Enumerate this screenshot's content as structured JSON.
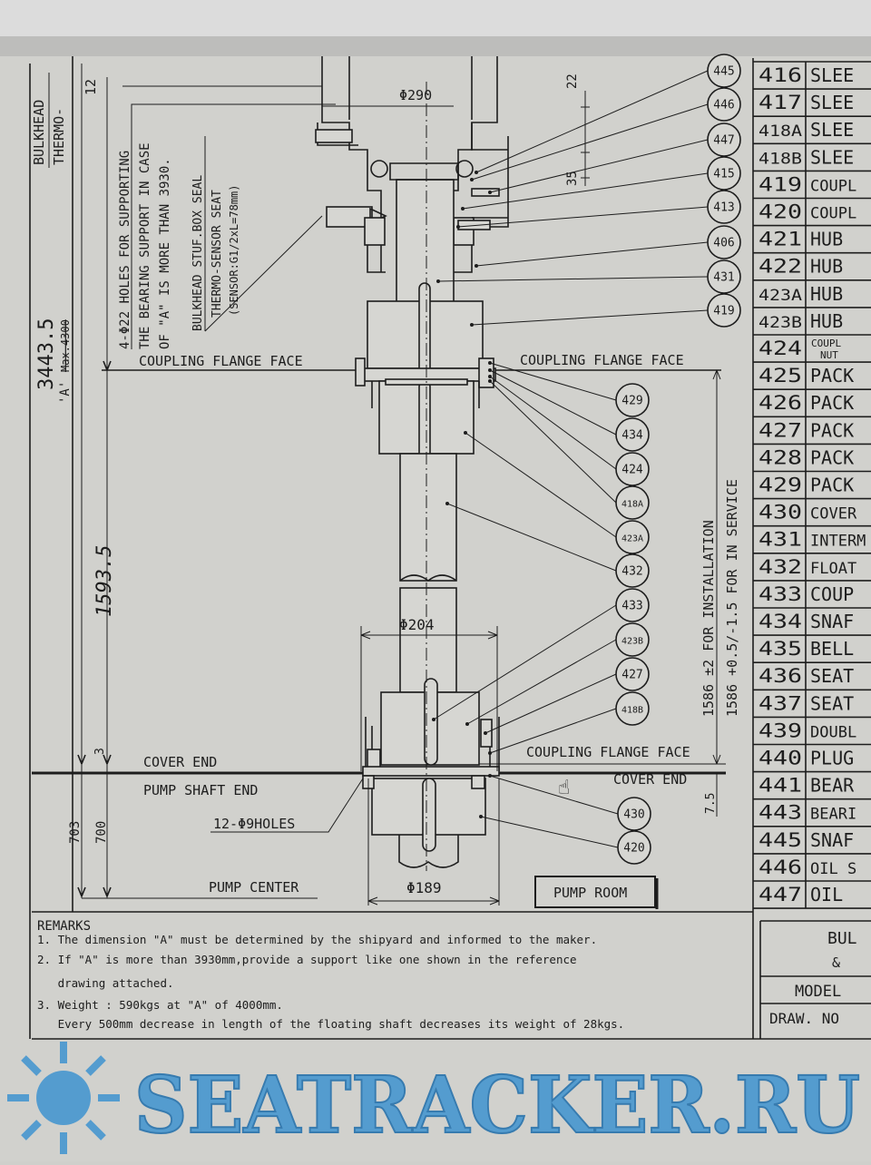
{
  "left_margin": {
    "bulkhead": "BULKHEAD",
    "thermo": "THERMO-",
    "dim_12": "12"
  },
  "notes": {
    "support_holes": [
      "4-Φ22 HOLES FOR SUPPORTING",
      "THE BEARING SUPPORT IN CASE",
      "OF \"A\" IS MORE THAN 3930."
    ],
    "sensor": [
      "BULKHEAD STUF.BOX SEAL",
      "THERMO-SENSOR SEAT",
      "(SENSOR:G1/2xL=78mm)"
    ]
  },
  "dimensions": {
    "a_total": "3443.5",
    "a_label": "'A'",
    "a_struck": "Max.4300",
    "d1593": "1593.5",
    "d3": "3",
    "d703": "703",
    "d700": "700",
    "phi290": "Φ290",
    "d22": "22",
    "d35": "35",
    "phi204": "Φ204",
    "phi189": "Φ189",
    "d7_5": "7.5",
    "install": "1586  ±2 FOR INSTALLATION",
    "service": "1586  +0.5/-1.5 FOR IN SERVICE",
    "holes": "12-Φ9HOLES"
  },
  "labels": {
    "coupling_flange_face": "COUPLING FLANGE FACE",
    "cover_end": "COVER END",
    "pump_shaft_end": "PUMP SHAFT END",
    "pump_center": "PUMP CENTER",
    "pump_room": "PUMP ROOM"
  },
  "balloons": [
    "445",
    "446",
    "447",
    "415",
    "413",
    "406",
    "431",
    "419",
    "429",
    "434",
    "424",
    "418A",
    "423A",
    "432",
    "433",
    "423B",
    "427",
    "418B",
    "430",
    "420"
  ],
  "parts_list": [
    {
      "no": "416",
      "name": "SLEE"
    },
    {
      "no": "417",
      "name": "SLEE"
    },
    {
      "no": "418A",
      "name": "SLEE"
    },
    {
      "no": "418B",
      "name": "SLEE"
    },
    {
      "no": "419",
      "name": "COUPL"
    },
    {
      "no": "420",
      "name": "COUPL"
    },
    {
      "no": "421",
      "name": "HUB"
    },
    {
      "no": "422",
      "name": "HUB"
    },
    {
      "no": "423A",
      "name": "HUB"
    },
    {
      "no": "423B",
      "name": "HUB"
    },
    {
      "no": "424",
      "name": "COUPL NUT"
    },
    {
      "no": "425",
      "name": "PACK"
    },
    {
      "no": "426",
      "name": "PACK"
    },
    {
      "no": "427",
      "name": "PACK"
    },
    {
      "no": "428",
      "name": "PACK"
    },
    {
      "no": "429",
      "name": "PACK"
    },
    {
      "no": "430",
      "name": "COVER"
    },
    {
      "no": "431",
      "name": "INTERM"
    },
    {
      "no": "432",
      "name": "FLOAT"
    },
    {
      "no": "433",
      "name": "COUP"
    },
    {
      "no": "434",
      "name": "SNAF"
    },
    {
      "no": "435",
      "name": "BELL"
    },
    {
      "no": "436",
      "name": "SEAT"
    },
    {
      "no": "437",
      "name": "SEAT"
    },
    {
      "no": "439",
      "name": "DOUBL"
    },
    {
      "no": "440",
      "name": "PLUG"
    },
    {
      "no": "441",
      "name": "BEAR"
    },
    {
      "no": "443",
      "name": "BEARI"
    },
    {
      "no": "445",
      "name": "SNAF"
    },
    {
      "no": "446",
      "name": "OIL S"
    },
    {
      "no": "447",
      "name": "OIL"
    }
  ],
  "title_block": {
    "line1": "BUL",
    "line2": "&",
    "model": "MODEL",
    "draw_no": "DRAW. NO"
  },
  "remarks": {
    "title": "REMARKS",
    "items": [
      "1. The dimension \"A\" must be determined by the shipyard and informed to the maker.",
      "2. If \"A\" is more than 3930mm,provide a support like one shown in the reference",
      "   drawing attached.",
      "3. Weight : 590kgs at \"A\" of 4000mm.",
      "   Every 500mm decrease in length of the floating shaft decreases its weight of 28kgs."
    ]
  },
  "watermark": {
    "text": "SEATRACKER.RU",
    "color": "#4a98d0"
  }
}
